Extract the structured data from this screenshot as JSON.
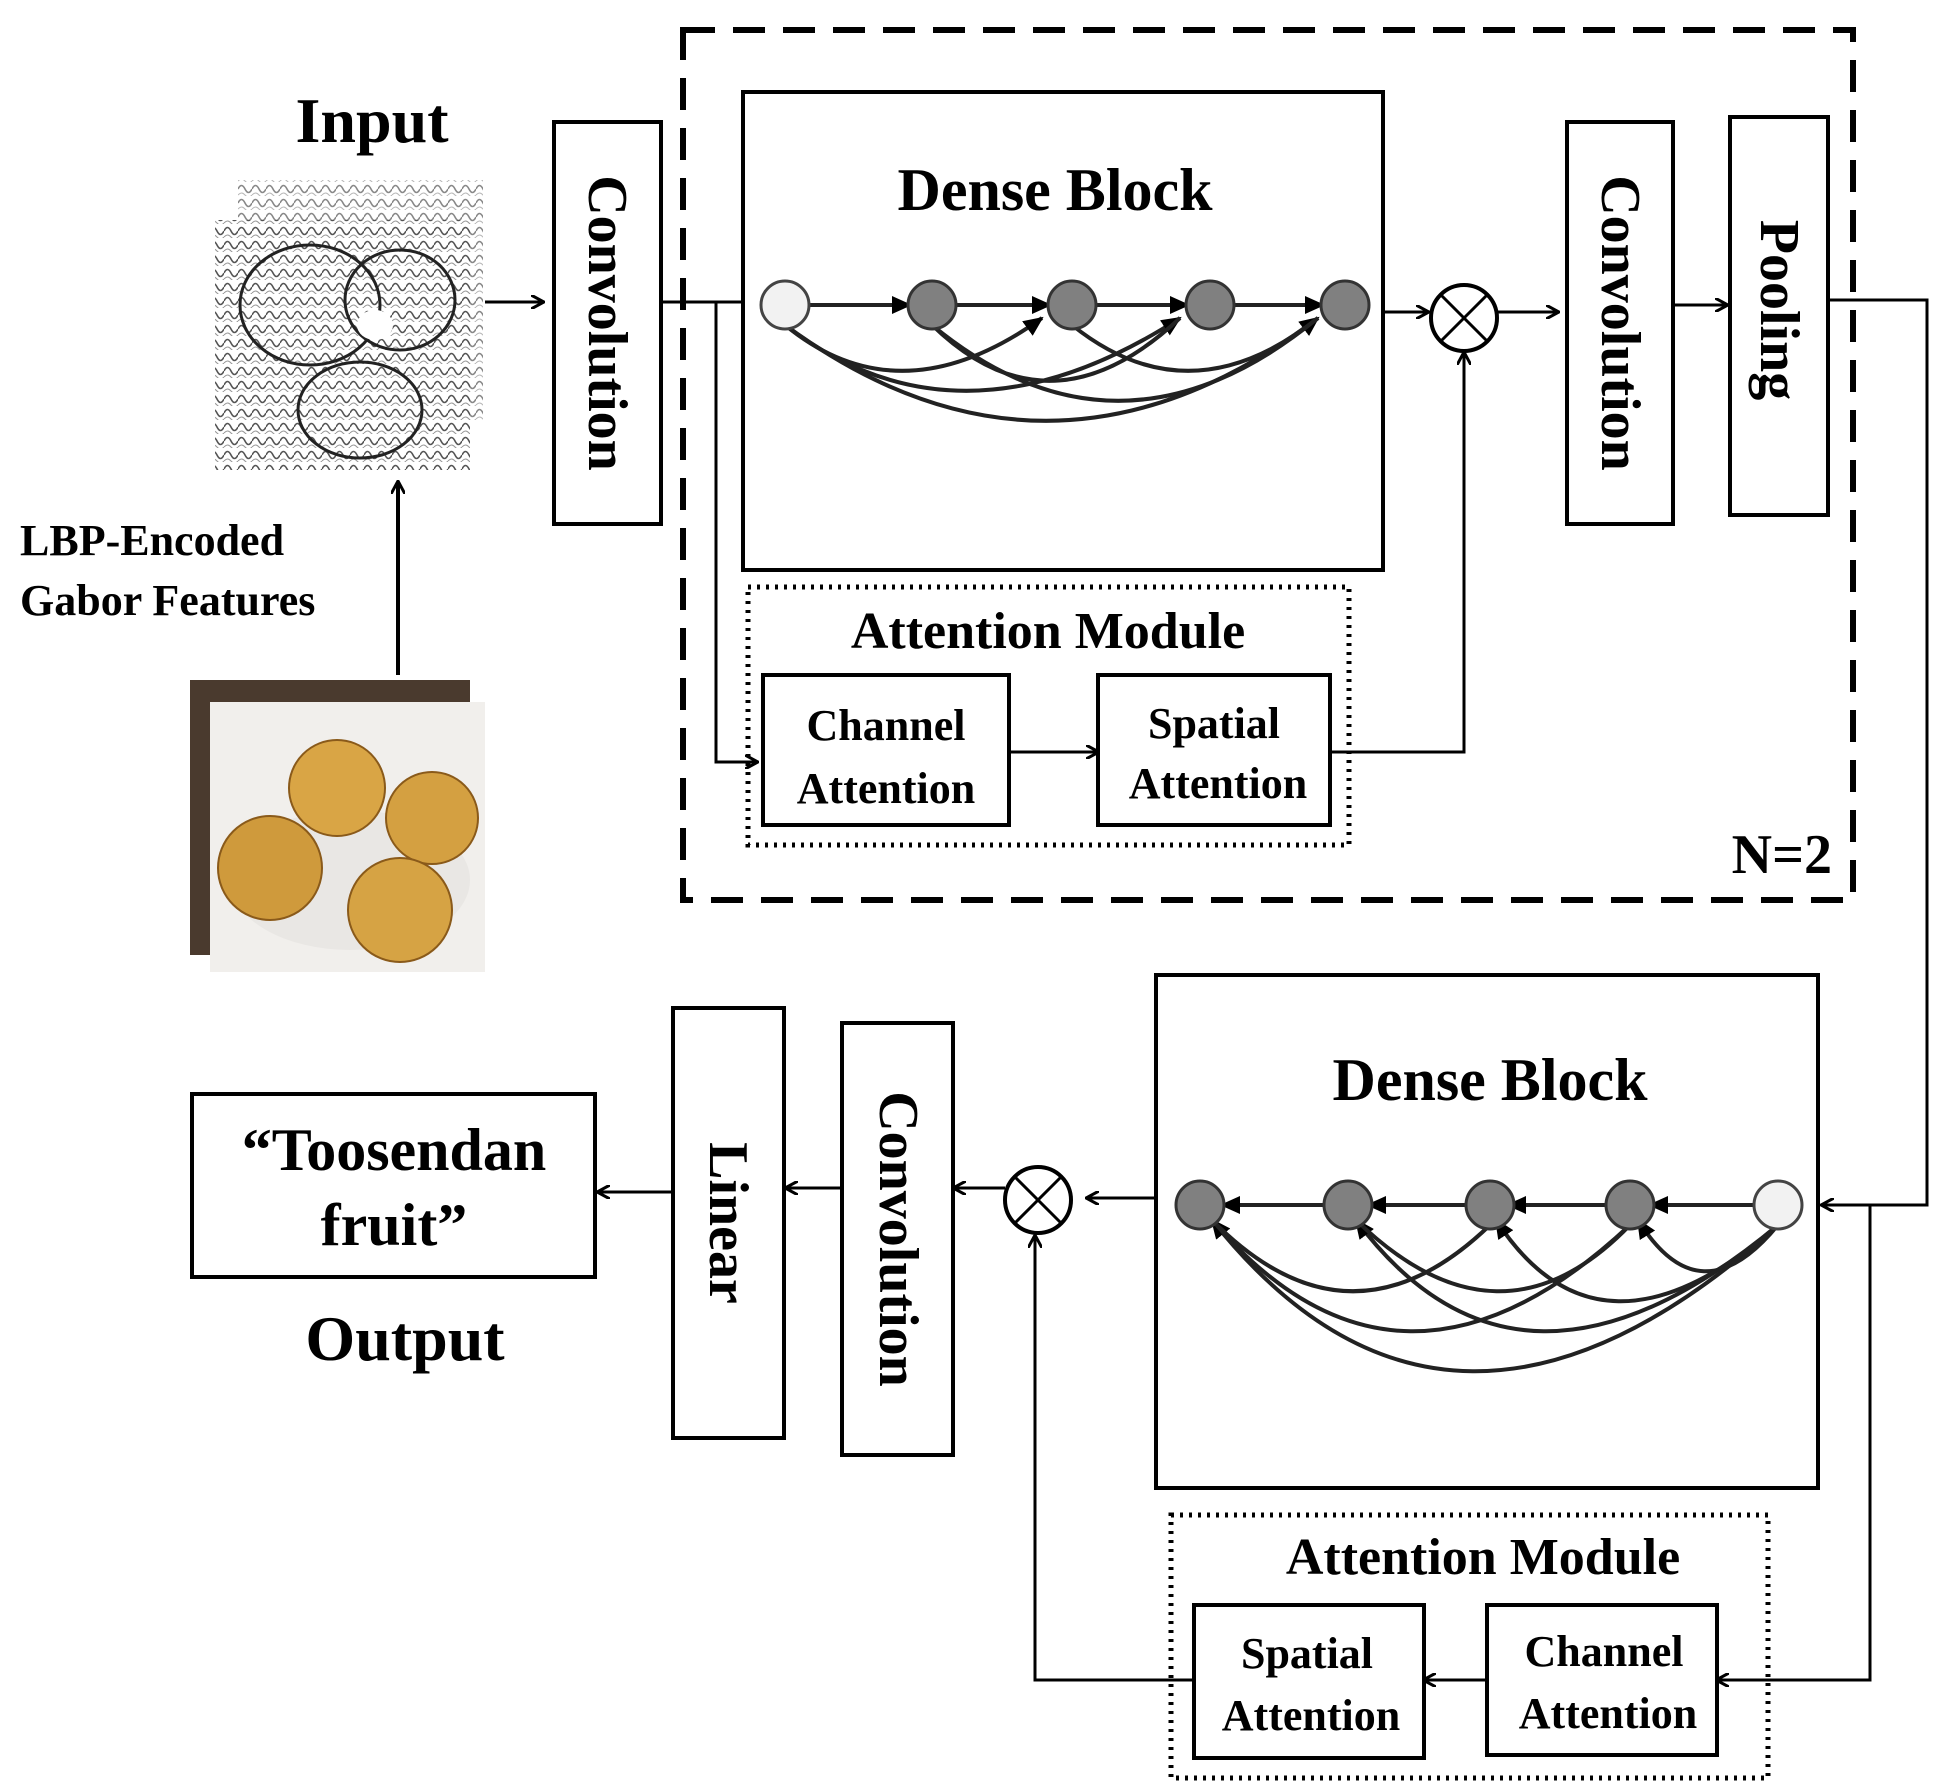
{
  "input": {
    "title": "Input",
    "feature_label_line1": "LBP-Encoded",
    "feature_label_line2": "Gabor Features"
  },
  "encoder": {
    "conv1": "Convolution",
    "dense_block": "Dense Block",
    "attention_module": "Attention Module",
    "channel_attention_line1": "Channel",
    "channel_attention_line2": "Attention",
    "spatial_attention_line1": "Spatial",
    "spatial_attention_line2": "Attention",
    "conv2": "Convolution",
    "pooling": "Pooling",
    "repeat": "N=2"
  },
  "decoder": {
    "dense_block": "Dense Block",
    "attention_module": "Attention Module",
    "spatial_attention_line1": "Spatial",
    "spatial_attention_line2": "Attention",
    "channel_attention_line1": "Channel",
    "channel_attention_line2": "Attention",
    "conv": "Convolution",
    "linear": "Linear"
  },
  "output": {
    "label_line1": "“Toosendan",
    "label_line2": "fruit”",
    "title": "Output"
  },
  "colors": {
    "line": "#000000",
    "node_fill": "#808080",
    "node_start_fill": "#f2f2f2",
    "fruit": "#d9a545",
    "plate": "#e9e7e4"
  }
}
